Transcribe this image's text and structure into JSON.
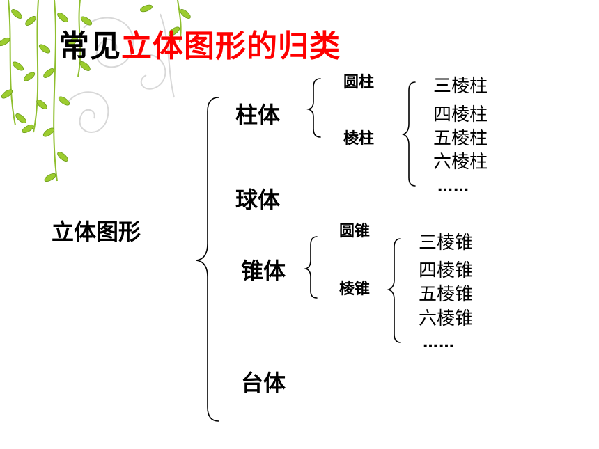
{
  "title": {
    "black": "常见",
    "red": "立体图形的归类"
  },
  "root": "立体图形",
  "categories": {
    "zhuti": "柱体",
    "qiuti": "球体",
    "zhuiti": "锥体",
    "taiti": "台体"
  },
  "zhu_sub": {
    "yuanzhu": "圆柱",
    "lengzhu": "棱柱"
  },
  "zhu_items": [
    "三棱柱",
    "四棱柱",
    "五棱柱",
    "六棱柱",
    "……"
  ],
  "zhui_sub": {
    "yuanzhui": "圆锥",
    "lengzhui": "棱锥"
  },
  "zhui_items": [
    "三棱锥",
    "四棱锥",
    "五棱锥",
    "六棱锥",
    "……"
  ]
}
